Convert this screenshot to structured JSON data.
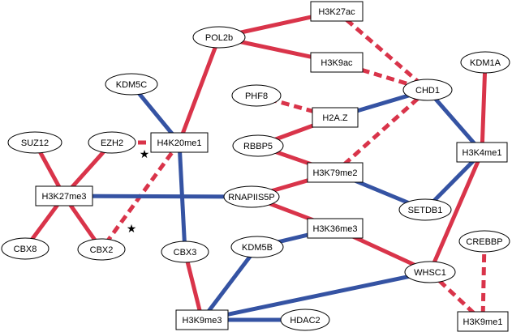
{
  "colors": {
    "red": "#d9344a",
    "blue": "#3553a3",
    "node_stroke": "#000000",
    "node_fill": "#ffffff",
    "star": "#000000"
  },
  "nodes": [
    {
      "id": "H3K27ac",
      "label": "H3K27ac",
      "shape": "rect"
    },
    {
      "id": "POL2b",
      "label": "POL2b",
      "shape": "ellipse"
    },
    {
      "id": "H3K9ac",
      "label": "H3K9ac",
      "shape": "rect"
    },
    {
      "id": "KDM1A",
      "label": "KDM1A",
      "shape": "ellipse"
    },
    {
      "id": "KDM5C",
      "label": "KDM5C",
      "shape": "ellipse"
    },
    {
      "id": "CHD1",
      "label": "CHD1",
      "shape": "ellipse"
    },
    {
      "id": "PHF8",
      "label": "PHF8",
      "shape": "ellipse"
    },
    {
      "id": "H2AZ",
      "label": "H2A.Z",
      "shape": "rect"
    },
    {
      "id": "SUZ12",
      "label": "SUZ12",
      "shape": "ellipse"
    },
    {
      "id": "EZH2",
      "label": "EZH2",
      "shape": "ellipse"
    },
    {
      "id": "H4K20me1",
      "label": "H4K20me1",
      "shape": "rect"
    },
    {
      "id": "RBBP5",
      "label": "RBBP5",
      "shape": "ellipse"
    },
    {
      "id": "H3K4me1",
      "label": "H3K4me1",
      "shape": "rect"
    },
    {
      "id": "H3K79me2",
      "label": "H3K79me2",
      "shape": "rect"
    },
    {
      "id": "H3K27me3",
      "label": "H3K27me3",
      "shape": "rect"
    },
    {
      "id": "RNAPIIS5P",
      "label": "RNAPIIS5P",
      "shape": "ellipse"
    },
    {
      "id": "SETDB1",
      "label": "SETDB1",
      "shape": "ellipse"
    },
    {
      "id": "H3K36me3",
      "label": "H3K36me3",
      "shape": "rect"
    },
    {
      "id": "CBX8",
      "label": "CBX8",
      "shape": "ellipse"
    },
    {
      "id": "CBX2",
      "label": "CBX2",
      "shape": "ellipse"
    },
    {
      "id": "CBX3",
      "label": "CBX3",
      "shape": "ellipse"
    },
    {
      "id": "KDM5B",
      "label": "KDM5B",
      "shape": "ellipse"
    },
    {
      "id": "CREBBP",
      "label": "CREBBP",
      "shape": "ellipse"
    },
    {
      "id": "WHSC1",
      "label": "WHSC1",
      "shape": "ellipse"
    },
    {
      "id": "H3K9me3",
      "label": "H3K9me3",
      "shape": "rect"
    },
    {
      "id": "HDAC2",
      "label": "HDAC2",
      "shape": "ellipse"
    },
    {
      "id": "H3K9me1",
      "label": "H3K9me1",
      "shape": "rect"
    }
  ],
  "edges": [
    {
      "from": "POL2b",
      "to": "H3K27ac",
      "color": "red",
      "style": "solid"
    },
    {
      "from": "POL2b",
      "to": "H3K9ac",
      "color": "red",
      "style": "solid"
    },
    {
      "from": "POL2b",
      "to": "H4K20me1",
      "color": "red",
      "style": "solid"
    },
    {
      "from": "H3K27ac",
      "to": "CHD1",
      "color": "red",
      "style": "dashed"
    },
    {
      "from": "H3K9ac",
      "to": "CHD1",
      "color": "red",
      "style": "dashed"
    },
    {
      "from": "CHD1",
      "to": "H2AZ",
      "color": "blue",
      "style": "solid"
    },
    {
      "from": "CHD1",
      "to": "H3K79me2",
      "color": "red",
      "style": "dashed"
    },
    {
      "from": "CHD1",
      "to": "H3K4me1",
      "color": "blue",
      "style": "solid"
    },
    {
      "from": "KDM1A",
      "to": "H3K4me1",
      "color": "red",
      "style": "solid"
    },
    {
      "from": "H3K4me1",
      "to": "SETDB1",
      "color": "blue",
      "style": "solid"
    },
    {
      "from": "H3K4me1",
      "to": "WHSC1",
      "color": "red",
      "style": "solid"
    },
    {
      "from": "PHF8",
      "to": "H2AZ",
      "color": "red",
      "style": "dashed"
    },
    {
      "from": "RBBP5",
      "to": "H2AZ",
      "color": "red",
      "style": "solid"
    },
    {
      "from": "RBBP5",
      "to": "H3K79me2",
      "color": "red",
      "style": "solid"
    },
    {
      "from": "H3K79me2",
      "to": "RNAPIIS5P",
      "color": "red",
      "style": "solid"
    },
    {
      "from": "H3K79me2",
      "to": "SETDB1",
      "color": "blue",
      "style": "solid"
    },
    {
      "from": "KDM5C",
      "to": "H4K20me1",
      "color": "blue",
      "style": "solid"
    },
    {
      "from": "EZH2",
      "to": "H4K20me1",
      "color": "red",
      "style": "dashed"
    },
    {
      "from": "H4K20me1",
      "to": "CBX2",
      "color": "red",
      "style": "dashed"
    },
    {
      "from": "H4K20me1",
      "to": "CBX3",
      "color": "blue",
      "style": "solid"
    },
    {
      "from": "SUZ12",
      "to": "H3K27me3",
      "color": "red",
      "style": "solid"
    },
    {
      "from": "EZH2",
      "to": "H3K27me3",
      "color": "red",
      "style": "solid"
    },
    {
      "from": "H3K27me3",
      "to": "CBX8",
      "color": "red",
      "style": "solid"
    },
    {
      "from": "H3K27me3",
      "to": "CBX2",
      "color": "red",
      "style": "solid"
    },
    {
      "from": "H3K27me3",
      "to": "RNAPIIS5P",
      "color": "blue",
      "style": "solid"
    },
    {
      "from": "RNAPIIS5P",
      "to": "H3K36me3",
      "color": "red",
      "style": "solid"
    },
    {
      "from": "H3K36me3",
      "to": "KDM5B",
      "color": "blue",
      "style": "solid"
    },
    {
      "from": "H3K36me3",
      "to": "WHSC1",
      "color": "red",
      "style": "solid"
    },
    {
      "from": "KDM5B",
      "to": "H3K9me3",
      "color": "blue",
      "style": "solid"
    },
    {
      "from": "CBX3",
      "to": "H3K9me3",
      "color": "red",
      "style": "solid"
    },
    {
      "from": "H3K9me3",
      "to": "HDAC2",
      "color": "blue",
      "style": "solid"
    },
    {
      "from": "H3K9me3",
      "to": "WHSC1",
      "color": "blue",
      "style": "solid"
    },
    {
      "from": "WHSC1",
      "to": "H3K9me1",
      "color": "red",
      "style": "dashed"
    },
    {
      "from": "CREBBP",
      "to": "H3K9me1",
      "color": "red",
      "style": "dashed"
    }
  ],
  "stars": [
    {
      "id": "star-ezh2-h4k20me1",
      "glyph": "★"
    },
    {
      "id": "star-h4k20me1-cbx2",
      "glyph": "★"
    }
  ]
}
